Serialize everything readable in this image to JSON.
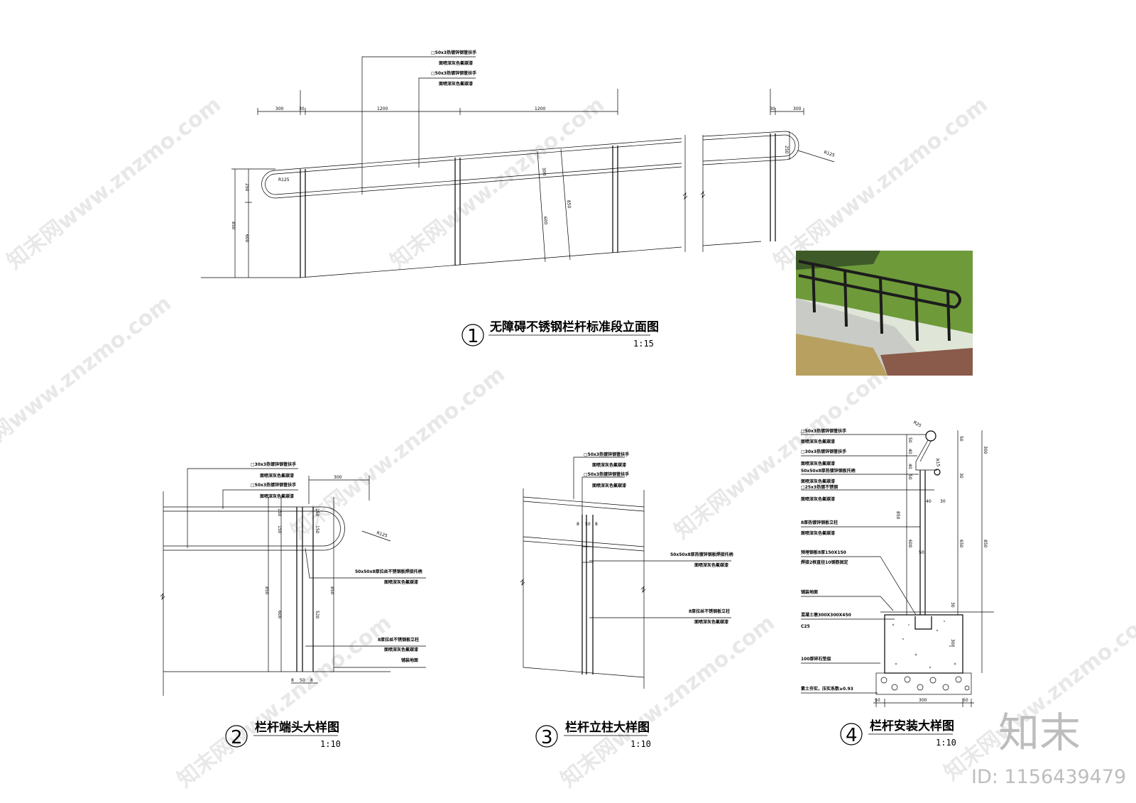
{
  "drawings": [
    {
      "number": "1",
      "title": "无障碍不锈钢栏杆标准段立面图",
      "scale": "1:15"
    },
    {
      "number": "2",
      "title": "栏杆端头大样图",
      "scale": "1:10"
    },
    {
      "number": "3",
      "title": "栏杆立柱大样图",
      "scale": "1:10"
    },
    {
      "number": "4",
      "title": "栏杆安装大样图",
      "scale": "1:10"
    }
  ],
  "elevation": {
    "dims_top": [
      "300",
      "30",
      "1200",
      "1200",
      "30",
      "300"
    ],
    "dims_left": [
      "250",
      "600",
      "850"
    ],
    "radius_left": "R125",
    "radius_right": "R125",
    "dim_right_small": "250",
    "dims_mid": [
      "300",
      "850",
      "600"
    ],
    "notes": [
      "□50x3热镀锌钢管扶手",
      "面喷深灰色氟碳漆",
      "□50x3热镀锌钢管扶手",
      "面喷深灰色氟碳漆"
    ]
  },
  "end_detail": {
    "dim_top": "300",
    "radius": "R125",
    "dims": [
      "150",
      "150",
      "850",
      "600",
      "150",
      "150",
      "850",
      "520"
    ],
    "dims_bottom": [
      "8",
      "50",
      "8"
    ],
    "notes_top": [
      "□30x3热镀锌钢管扶手",
      "面喷深灰色氟碳漆",
      "□50x3热镀锌钢管扶手",
      "面喷深灰色氟碳漆"
    ],
    "notes_mid": [
      "50x50x8厚拉丝不锈钢板焊接托柄",
      "面喷深灰色氟碳漆"
    ],
    "notes_low": [
      "8厚拉丝不锈钢板立柱",
      "面喷深灰色氟碳漆",
      "铺装地面"
    ]
  },
  "post_detail": {
    "notes_top": [
      "□50x3热镀锌钢管扶手",
      "面喷深灰色氟碳漆",
      "□50x3热镀锌钢管扶手",
      "面喷深灰色氟碳漆"
    ],
    "dims": [
      "8",
      "50",
      "8"
    ],
    "notes_mid": [
      "50x50x8厚热镀锌钢板焊接托柄",
      "面喷深灰色氟碳漆"
    ],
    "notes_low": [
      "8厚拉丝不锈钢板立柱",
      "面喷深灰色氟碳漆"
    ]
  },
  "install_detail": {
    "radius_top": "R25",
    "radius_mid": "R15",
    "notes": [
      "□50x3热镀锌钢管扶手",
      "面喷深灰色氟碳漆",
      "□30x3热镀锌钢管扶手",
      "面喷深灰色氟碳漆",
      "50x50x8厚热镀锌钢板托柄",
      "面喷深灰色氟碳漆",
      "□25x3热镀不锈钢",
      "面喷深灰色氟碳漆",
      "8厚热镀锌钢板立柱",
      "面喷深灰色氟碳漆",
      "预埋钢板8厚150X150",
      "焊接2根直径10钢筋固定",
      "铺装地面",
      "混凝土墩300X300X450",
      "C25",
      "100厚碎石垫层",
      "素土夯实，压实系数≥0.93"
    ],
    "dims_right": [
      "50",
      "40",
      "40",
      "50",
      "50",
      "300",
      "850",
      "600",
      "30",
      "650",
      "40",
      "30",
      "50",
      "30",
      "300"
    ],
    "dims_bottom": [
      "50",
      "300",
      "50"
    ]
  },
  "watermark": {
    "site": "知末网www.znzmo.com"
  },
  "brand": {
    "logo": "知末",
    "id": "ID: 1156439479"
  },
  "colors": {
    "line": "#000000",
    "watermark": "#e8e8e8",
    "brand": "#bdbdbd",
    "grass": "#6e9a3a"
  }
}
